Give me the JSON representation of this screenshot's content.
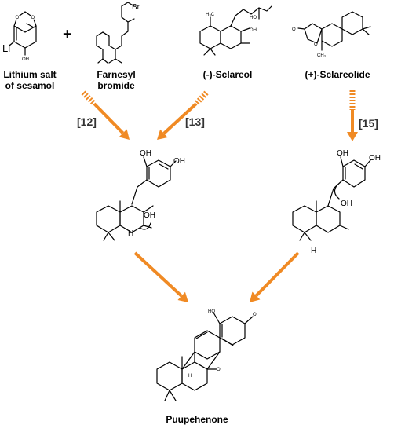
{
  "colors": {
    "arrow": "#f08a24",
    "text": "#000000"
  },
  "compounds": {
    "lithium_salt": {
      "label_line1": "Lithium salt",
      "label_line2": "of sesamol",
      "atom_li": "Li",
      "atom_oh": "OH"
    },
    "farnesyl": {
      "label_line1": "Farnesyl",
      "label_line2": "bromide",
      "atom_br": "Br"
    },
    "plus": "+",
    "sclareol": {
      "label": "(-)-Sclareol",
      "atom_oh1": "HO",
      "atom_oh2": "OH"
    },
    "sclareolide": {
      "label": "(+)-Sclareolide",
      "atom_o1": "O",
      "atom_o2": "O"
    },
    "intermediate_left": {
      "atom_oh1": "OH",
      "atom_oh2": "OH",
      "atom_oh3": "OH",
      "atom_h": "H"
    },
    "intermediate_right": {
      "atom_oh1": "OH",
      "atom_oh2": "OH",
      "atom_oh3": "OH",
      "atom_h": "H"
    },
    "puupehenone": {
      "label": "Puupehenone",
      "atom_ho": "HO",
      "atom_o1": "O",
      "atom_o2": "O",
      "atom_h": "H"
    }
  },
  "references": {
    "ref12": "[12]",
    "ref13": "[13]",
    "ref15": "[15]"
  }
}
